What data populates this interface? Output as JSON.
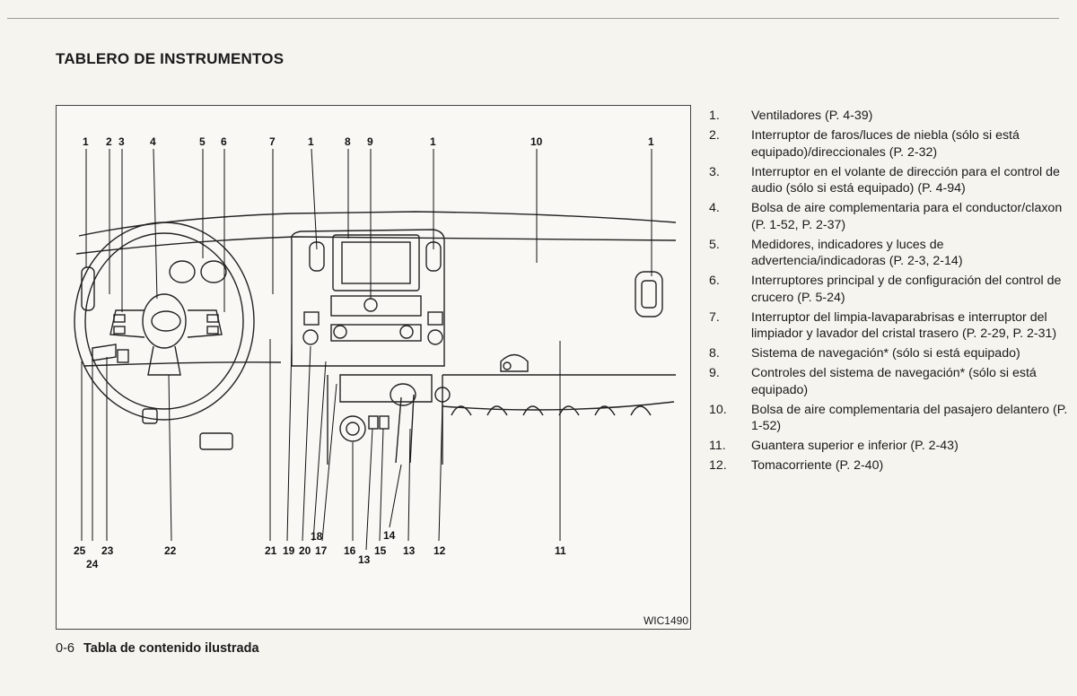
{
  "section_title": "TABLERO DE INSTRUMENTOS",
  "figure_code": "WIC1490",
  "callouts_top": [
    "1",
    "2",
    "3",
    "4",
    "5",
    "6",
    "7",
    "1",
    "8",
    "9",
    "1",
    "10",
    "1"
  ],
  "callouts_bottom": [
    "25",
    "24",
    "23",
    "22",
    "21",
    "19",
    "20",
    "17",
    "18",
    "16",
    "13",
    "15",
    "14",
    "13",
    "12",
    "11"
  ],
  "legend": [
    {
      "num": "1.",
      "text": "Ventiladores (P. 4-39)"
    },
    {
      "num": "2.",
      "text": "Interruptor de faros/luces de niebla (sólo si está equipado)/direccionales (P. 2-32)"
    },
    {
      "num": "3.",
      "text": "Interruptor en el volante de dirección para el control de audio (sólo si está equipado) (P. 4-94)"
    },
    {
      "num": "4.",
      "text": "Bolsa de aire complementaria para el conductor/claxon (P. 1-52, P. 2-37)"
    },
    {
      "num": "5.",
      "text": "Medidores, indicadores y luces de advertencia/indicadoras (P. 2-3, 2-14)"
    },
    {
      "num": "6.",
      "text": "Interruptores principal y de configuración del control de crucero (P. 5-24)"
    },
    {
      "num": "7.",
      "text": "Interruptor del limpia-lavaparabrisas e interruptor del limpiador y lavador del cristal trasero (P. 2-29, P. 2-31)"
    },
    {
      "num": "8.",
      "text": "Sistema de navegación* (sólo si está equipado)"
    },
    {
      "num": "9.",
      "text": "Controles del sistema de navegación* (sólo si está equipado)"
    },
    {
      "num": "10.",
      "text": "Bolsa de aire complementaria del pasajero delantero (P. 1-52)"
    },
    {
      "num": "11.",
      "text": "Guantera superior e inferior (P. 2-43)"
    },
    {
      "num": "12.",
      "text": "Tomacorriente (P. 2-40)"
    }
  ],
  "footer": {
    "page": "0-6",
    "title": "Tabla de contenido ilustrada"
  }
}
